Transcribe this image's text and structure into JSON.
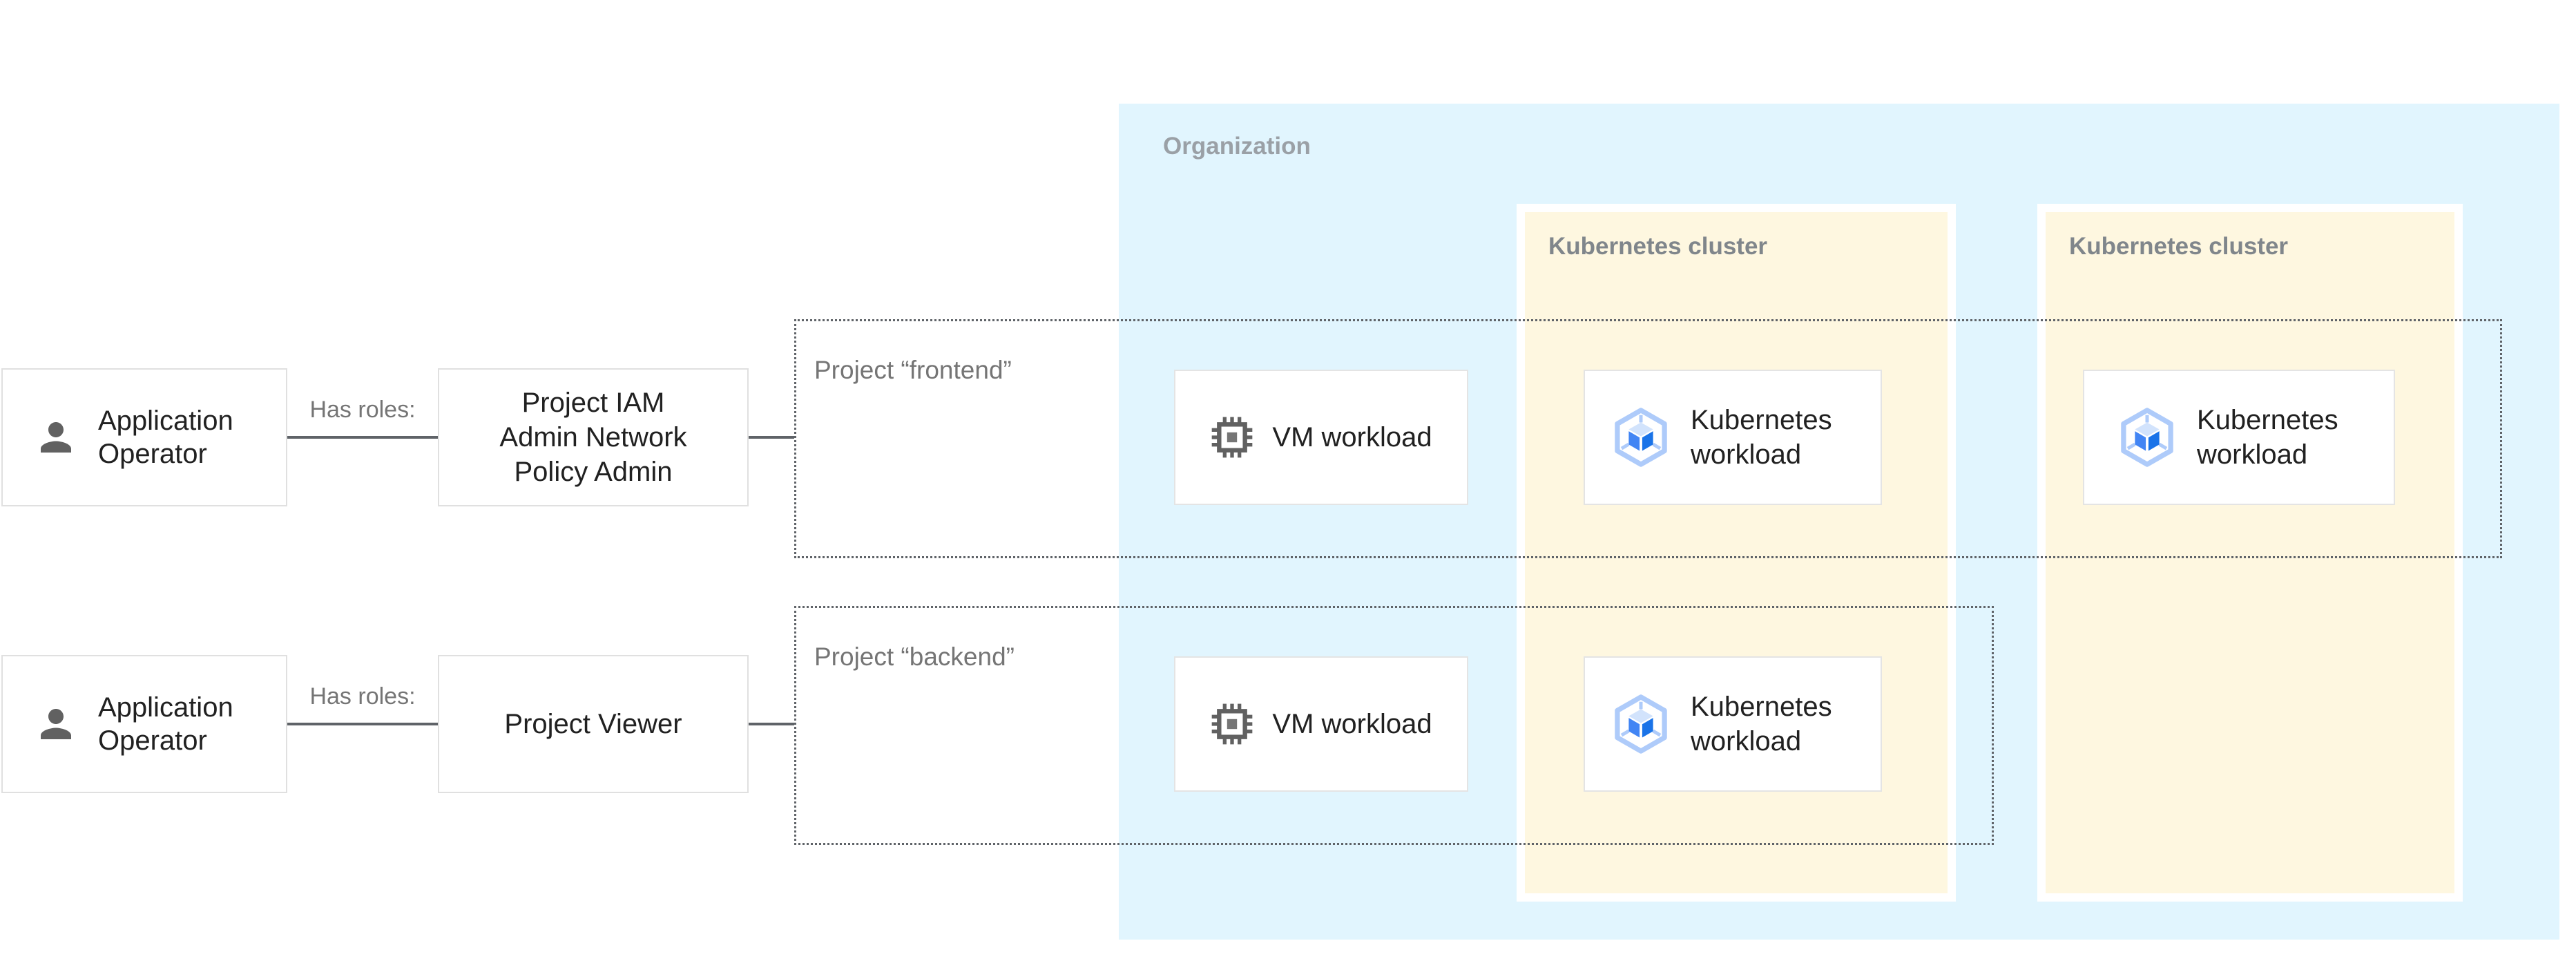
{
  "organization": {
    "label": "Organization"
  },
  "clusters": [
    {
      "label": "Kubernetes cluster"
    },
    {
      "label": "Kubernetes cluster"
    }
  ],
  "projects": [
    {
      "label": "Project “frontend”"
    },
    {
      "label": "Project “backend”"
    }
  ],
  "rows": [
    {
      "actor": {
        "line1": "Application",
        "line2": "Operator"
      },
      "edge_label": "Has roles:",
      "role": {
        "line1": "Project IAM",
        "line2": "Admin Network",
        "line3": "Policy Admin"
      }
    },
    {
      "actor": {
        "line1": "Application",
        "line2": "Operator"
      },
      "edge_label": "Has roles:",
      "role": {
        "line1": "Project Viewer"
      }
    }
  ],
  "workloads": {
    "vm": "VM workload",
    "k8s": "Kubernetes workload"
  },
  "icons": {
    "actor": "person-icon",
    "vm": "chip-icon",
    "k8s": "gke-hexagon-cube-icon"
  },
  "colors": {
    "organization_bg": "#e1f5fe",
    "cluster_bg": "#fef7e0",
    "node_border": "#e0e0e0",
    "dashed_border": "#5f6368",
    "connector": "#5f6368",
    "text_dark": "#212121",
    "text_gray": "#757575",
    "section_label_gray": "#9aa0a6",
    "icon_gray": "#616161",
    "gke_hexagon": "#aecbfa",
    "gke_face_left": "#4285f4",
    "gke_face_right": "#1a73e8",
    "gke_face_top": "#d2e3fc"
  }
}
